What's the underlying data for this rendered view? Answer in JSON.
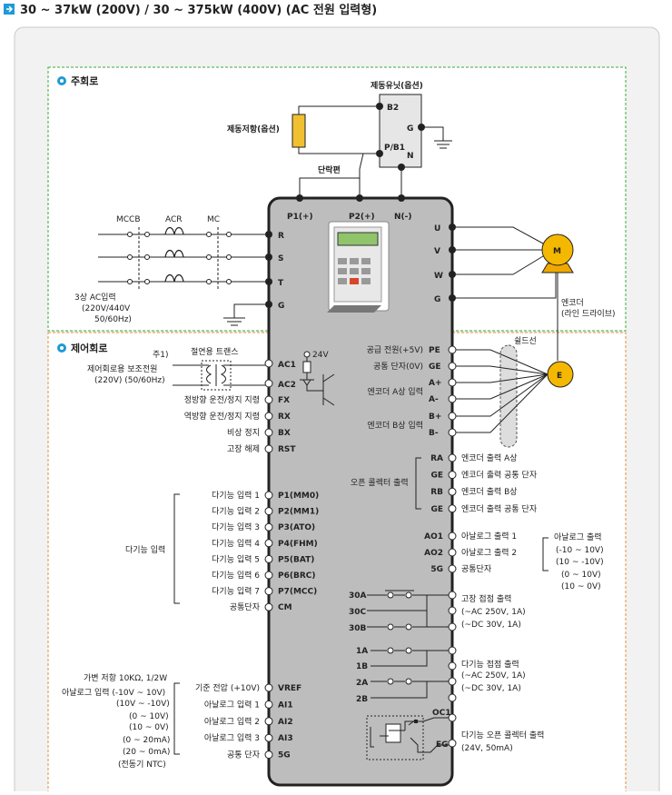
{
  "header": {
    "title": "30 ~ 37kW (200V) / 30 ~ 375kW (400V) (AC 전원 입력형)"
  },
  "sections": {
    "main": "주회로",
    "control": "제어회로"
  },
  "main_circuit": {
    "brake_unit": "제동유닛(옵션)",
    "brake_resistor": "제동저항(옵션)",
    "short_bar": "단락편",
    "bu_terminals": [
      "B2",
      "G",
      "P/B1",
      "N"
    ],
    "dc_terminals": [
      "P1(+)",
      "P2(+)",
      "N(-)"
    ],
    "input_terminals": [
      "R",
      "S",
      "T",
      "G"
    ],
    "output_terminals": [
      "U",
      "V",
      "W",
      "G"
    ],
    "breakers": [
      "MCCB",
      "ACR",
      "MC"
    ],
    "power_input": [
      "3상  AC입력",
      "(220V/440V",
      "50/60Hz)"
    ],
    "motor": "M",
    "encoder_label": [
      "엔코더",
      "(라인 드라이브)"
    ]
  },
  "control_circuit": {
    "note": "주1)",
    "transformer": "절연용 트랜스",
    "aux_power": [
      "제어회로용 보조전원",
      "(220V) (50/60Hz)"
    ],
    "v24": "24V",
    "ac_terminals": [
      "AC1",
      "AC2"
    ],
    "run_inputs": [
      {
        "label": "정방향 운전/정지 지령",
        "term": "FX"
      },
      {
        "label": "역방향 운전/정지 지령",
        "term": "RX"
      },
      {
        "label": "비상 정지",
        "term": "BX"
      },
      {
        "label": "고장 해제",
        "term": "RST"
      }
    ],
    "multi_func_group": "다기능 입력",
    "multi_func": [
      {
        "label": "다기능 입력 1",
        "term": "P1(MM0)"
      },
      {
        "label": "다기능 입력 2",
        "term": "P2(MM1)"
      },
      {
        "label": "다기능 입력 3",
        "term": "P3(ATO)"
      },
      {
        "label": "다기능 입력 4",
        "term": "P4(FHM)"
      },
      {
        "label": "다기능 입력 5",
        "term": "P5(BAT)"
      },
      {
        "label": "다기능 입력 6",
        "term": "P6(BRC)"
      },
      {
        "label": "다기능 입력 7",
        "term": "P7(MCC)"
      },
      {
        "label": "공통단자",
        "term": "CM"
      }
    ],
    "analog_left": [
      "가변 저항 10KΩ, 1/2W",
      "아날로그 입력 (-10V ~ 10V)",
      "(10V ~ -10V)",
      "(0 ~ 10V)",
      "(10 ~ 0V)",
      "(0 ~ 20mA)",
      "(20 ~ 0mA)",
      "(전동기 NTC)"
    ],
    "analog_inputs": [
      {
        "label": "기준 전압 (+10V)",
        "term": "VREF"
      },
      {
        "label": "아날로그 입력 1",
        "term": "AI1"
      },
      {
        "label": "아날로그 입력 2",
        "term": "AI2"
      },
      {
        "label": "아날로그 입력 3",
        "term": "AI3"
      },
      {
        "label": "공통 단자",
        "term": "5G"
      }
    ],
    "encoder_in": [
      {
        "label": "공급 전원(+5V)",
        "term": "PE"
      },
      {
        "label": "공통 단자(0V)",
        "term": "GE"
      },
      {
        "label": "엔코더 A상 입력",
        "term": "A+"
      },
      {
        "label": "",
        "term": "A-"
      },
      {
        "label": "엔코더 B상 입력",
        "term": "B+"
      },
      {
        "label": "",
        "term": "B-"
      }
    ],
    "shield": "쉴드선",
    "encoder_e": "E",
    "open_collector_label": "오픈 콜렉터 출력",
    "encoder_out": [
      {
        "term": "RA",
        "label": "엔코더 출력 A상"
      },
      {
        "term": "GE",
        "label": "엔코더 출력 공통 단자"
      },
      {
        "term": "RB",
        "label": "엔코더 출력 B상"
      },
      {
        "term": "GE",
        "label": "엔코더 출력 공통 단자"
      }
    ],
    "analog_out": [
      {
        "term": "AO1",
        "label": "아날로그 출력 1"
      },
      {
        "term": "AO2",
        "label": "아날로그 출력 2"
      },
      {
        "term": "5G",
        "label": "공통단자"
      }
    ],
    "analog_out_range": [
      "아날로그 출력",
      "(-10 ~ 10V)",
      "(10 ~ -10V)",
      "(0 ~ 10V)",
      "(10 ~ 0V)"
    ],
    "fault_relay": {
      "terms": [
        "30A",
        "30C",
        "30B"
      ],
      "label": [
        "고장 접점 출력",
        "(~AC 250V, 1A)",
        "(~DC 30V, 1A)"
      ]
    },
    "multi_relay": {
      "terms": [
        "1A",
        "1B",
        "2A",
        "2B"
      ],
      "label": [
        "다기능 접점 출력",
        "(~AC 250V, 1A)",
        "(~DC 30V, 1A)"
      ]
    },
    "oc_out": {
      "terms": [
        "OC1",
        "EG"
      ],
      "label": [
        "다기능 오픈 콜렉터 출력",
        "(24V, 50mA)"
      ]
    }
  }
}
